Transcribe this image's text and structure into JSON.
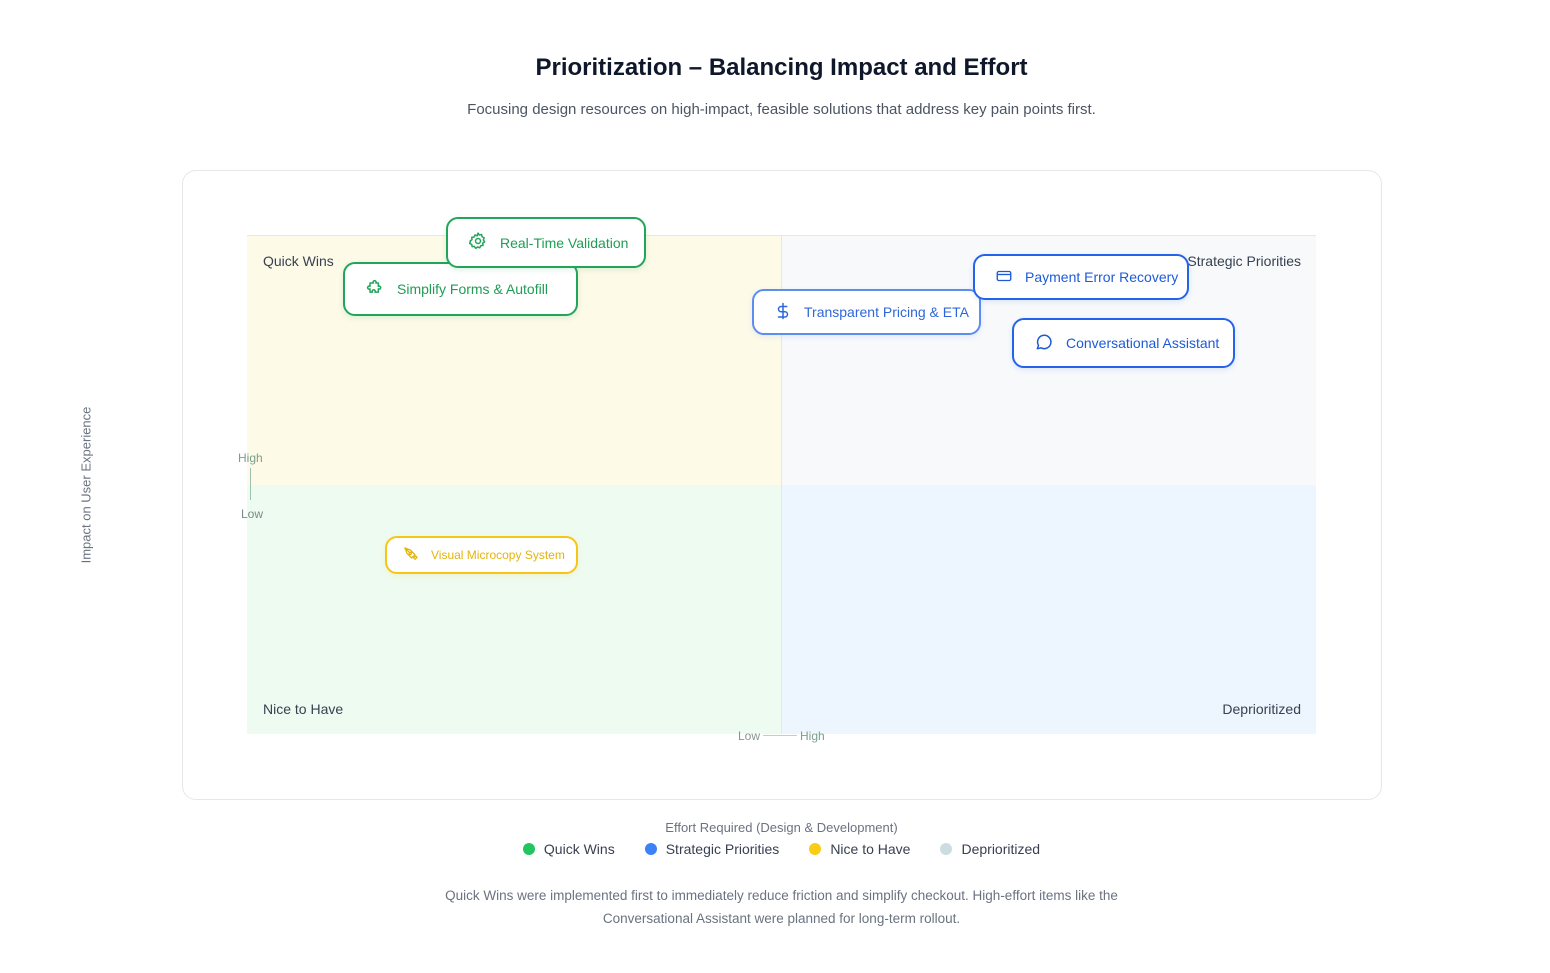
{
  "header": {
    "title": "Prioritization – Balancing Impact and Effort",
    "subtitle": "Focusing design resources on high-impact, feasible solutions that address key pain points first."
  },
  "matrix": {
    "quadrants": {
      "top_left": "Quick Wins",
      "top_right": "Strategic Priorities",
      "bottom_left": "Nice to Have",
      "bottom_right": "Deprioritized"
    },
    "y_axis": {
      "label": "Impact on User Experience",
      "high": "High",
      "low": "Low"
    },
    "x_axis": {
      "label": "Effort Required (Design & Development)",
      "low": "Low",
      "high": "High"
    },
    "items": [
      {
        "label": "Real-Time Validation",
        "icon": "gear-icon",
        "category": "Quick Wins"
      },
      {
        "label": "Simplify Forms & Autofill",
        "icon": "puzzle-icon",
        "category": "Quick Wins"
      },
      {
        "label": "Payment Error Recovery",
        "icon": "credit-card-icon",
        "category": "Strategic Priorities"
      },
      {
        "label": "Transparent Pricing & ETA",
        "icon": "dollar-icon",
        "category": "Strategic Priorities"
      },
      {
        "label": "Conversational Assistant",
        "icon": "chat-bubble-icon",
        "category": "Strategic Priorities"
      },
      {
        "label": "Visual Microcopy System",
        "icon": "pen-tool-icon",
        "category": "Nice to Have"
      }
    ]
  },
  "legend": [
    {
      "label": "Quick Wins",
      "color": "#22c55e"
    },
    {
      "label": "Strategic Priorities",
      "color": "#3b82f6"
    },
    {
      "label": "Nice to Have",
      "color": "#facc15"
    },
    {
      "label": "Deprioritized",
      "color": "#cbdde0"
    }
  ],
  "footnote": "Quick Wins were implemented first to immediately reduce friction and simplify checkout. High-effort items like the Conversational Assistant were planned for long-term rollout."
}
